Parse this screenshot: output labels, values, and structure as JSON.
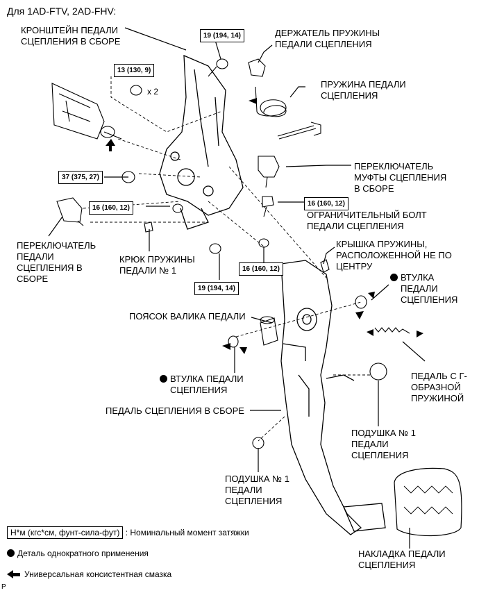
{
  "title": "Для 1AD-FTV, 2AD-FHV:",
  "labels": {
    "bracket": [
      "КРОНШТЕЙН ПЕДАЛИ",
      "СЦЕПЛЕНИЯ В СБОРЕ"
    ],
    "spring_holder": [
      "ДЕРЖАТЕЛЬ ПРУЖИНЫ",
      "ПЕДАЛИ СЦЕПЛЕНИЯ"
    ],
    "spring": [
      "ПРУЖИНА ПЕДАЛИ",
      "СЦЕПЛЕНИЯ"
    ],
    "clutch_switch": [
      "ПЕРЕКЛЮЧАТЕЛЬ",
      "МУФТЫ СЦЕПЛЕНИЯ",
      "В СБОРЕ"
    ],
    "stop_bolt": [
      "ОГРАНИЧИТЕЛЬНЫЙ БОЛТ",
      "ПЕДАЛИ СЦЕПЛЕНИЯ"
    ],
    "pedal_switch": [
      "ПЕРЕКЛЮЧАТЕЛЬ",
      "ПЕДАЛИ",
      "СЦЕПЛЕНИЯ В",
      "СБОРЕ"
    ],
    "hook": [
      "КРЮК ПРУЖИНЫ",
      "ПЕДАЛИ № 1"
    ],
    "spring_cover": [
      "КРЫШКА ПРУЖИНЫ,",
      "РАСПОЛОЖЕННОЙ НЕ ПО",
      "ЦЕНТРУ"
    ],
    "bushing_right": [
      "ВТУЛКА",
      "ПЕДАЛИ",
      "СЦЕПЛЕНИЯ"
    ],
    "shaft_collar": [
      "ПОЯСОК ВАЛИКА ПЕДАЛИ"
    ],
    "bushing_left": [
      "ВТУЛКА ПЕДАЛИ",
      "СЦЕПЛЕНИЯ"
    ],
    "pedal_g_spring": [
      "ПЕДАЛЬ С Г-",
      "ОБРАЗНОЙ",
      "ПРУЖИНОЙ"
    ],
    "pedal_assy": [
      "ПЕДАЛЬ СЦЕПЛЕНИЯ В СБОРЕ"
    ],
    "cushion_right": [
      "ПОДУШКА № 1",
      "ПЕДАЛИ",
      "СЦЕПЛЕНИЯ"
    ],
    "cushion_left": [
      "ПОДУШКА № 1",
      "ПЕДАЛИ",
      "СЦЕПЛЕНИЯ"
    ],
    "pad": [
      "НАКЛАДКА ПЕДАЛИ",
      "СЦЕПЛЕНИЯ"
    ]
  },
  "torque_boxes": {
    "t1": "19 (194, 14)",
    "t2": "13 (130, 9)",
    "t2_mult": "x 2",
    "t3": "37 (375, 27)",
    "t4": "16 (160, 12)",
    "t5": "16 (160, 12)",
    "t6": "16 (160, 12)",
    "t7": "19 (194, 14)"
  },
  "legend": {
    "torque_unit": "Н*м (кгс*см, фунт-сила-фут)",
    "torque_desc": ": Номинальный момент затяжки",
    "non_reusable": "Деталь однократного применения",
    "grease": "Универсальная консистентная смазка"
  },
  "corner_mark": "P"
}
